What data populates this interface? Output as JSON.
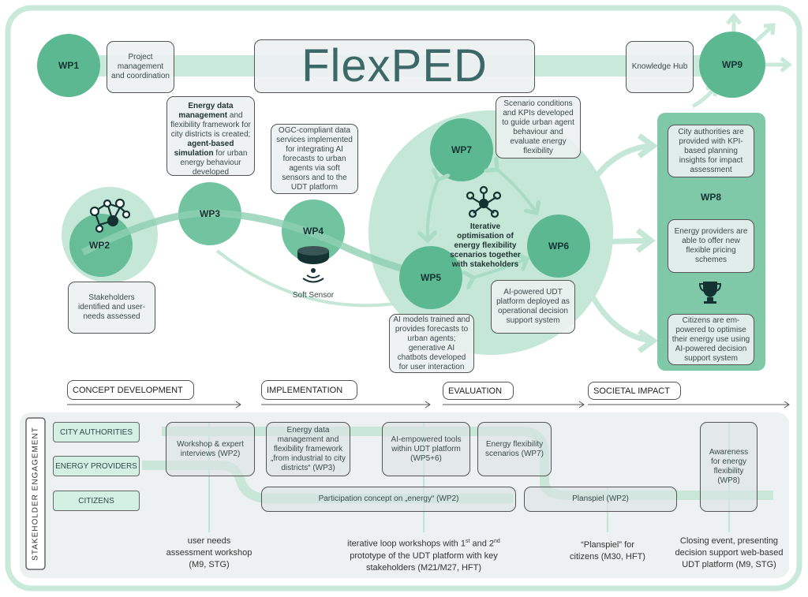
{
  "title": "FlexPED",
  "colors": {
    "dark_green": "#5cb891",
    "light_green": "#bfe5d4",
    "panel_green": "#7fc9a8",
    "frame": "#c9eadb"
  },
  "top": {
    "wp1": "WP1",
    "project_mgmt": "Project management and coordination",
    "knowledge_hub": "Knowledge Hub",
    "wp9": "WP9"
  },
  "wps": {
    "wp2": "WP2",
    "wp3": "WP3",
    "wp4": "WP4",
    "wp5": "WP5",
    "wp6": "WP6",
    "wp7": "WP7",
    "wp8": "WP8"
  },
  "boxes": {
    "wp3_b1": "Energy data management",
    "wp3_t1": " and flexibility framework for city districts is created; ",
    "wp3_b2": "agent-based simulation",
    "wp3_t2": " for urban energy behaviour developed",
    "wp4": "OGC-compliant data services implemented for integrating AI forecasts to urban agents via soft sensors and to the UDT platform",
    "wp2": "Stakeholders identified and user-needs assessed",
    "wp7": "Scenario conditions and KPIs developed to guide urban agent behaviour and evaluate energy flexibility",
    "wp6": "AI-powered UDT platform deployed as operational decision support system",
    "wp5": "AI models trained and provides forecasts to urban agents; generative AI chatbots developed for user interaction",
    "center": "Iterative optimisation of energy flexibility scenarios together with stakeholders",
    "soft_sensor": "Soft Sensor"
  },
  "wp8": {
    "city": "City authorities are provided with KPI-based planning insights for impact assessment",
    "energy": "Energy providers are able to offer new flexible pricing schemes",
    "citizens": "Citizens are em-powered to optimise their energy use using AI-powered decision support system"
  },
  "phases": [
    "CONCEPT DEVELOPMENT",
    "IMPLEMENTATION",
    "EVALUATION",
    "SOCIETAL IMPACT"
  ],
  "engagement": {
    "label": "STAKEHOLDER ENGAGEMENT",
    "groups": [
      "CITY AUTHORITIES",
      "ENERGY PROVIDERS",
      "CITIZENS"
    ],
    "activities": {
      "workshop": "Workshop & expert interviews (WP2)",
      "energy_data": "Energy data management and flexibility framework „from industrial to city districts“ (WP3)",
      "ai_tools": "AI-empowered tools within UDT platform (WP5+6)",
      "flex_scen": "Energy flexibility scenarios (WP7)",
      "awareness": "Awareness for energy flexibility (WP8)",
      "participation": "Participation concept on „energy“ (WP2)",
      "planspiel": "Planspiel (WP2)"
    },
    "notes": {
      "n1": "user needs assessment workshop (M9, STG)",
      "n2a": "iterative loop workshops with 1",
      "n2sup1": "st",
      "n2b": " and 2",
      "n2sup2": "nd",
      "n2c": " prototype of the UDT platform with key stakeholders (M21/M27, HFT)",
      "n3": "“Planspiel” for citizens (M30, HFT)",
      "n4": "Closing event, presenting decision support web-based UDT platform (M9, STG)"
    }
  }
}
